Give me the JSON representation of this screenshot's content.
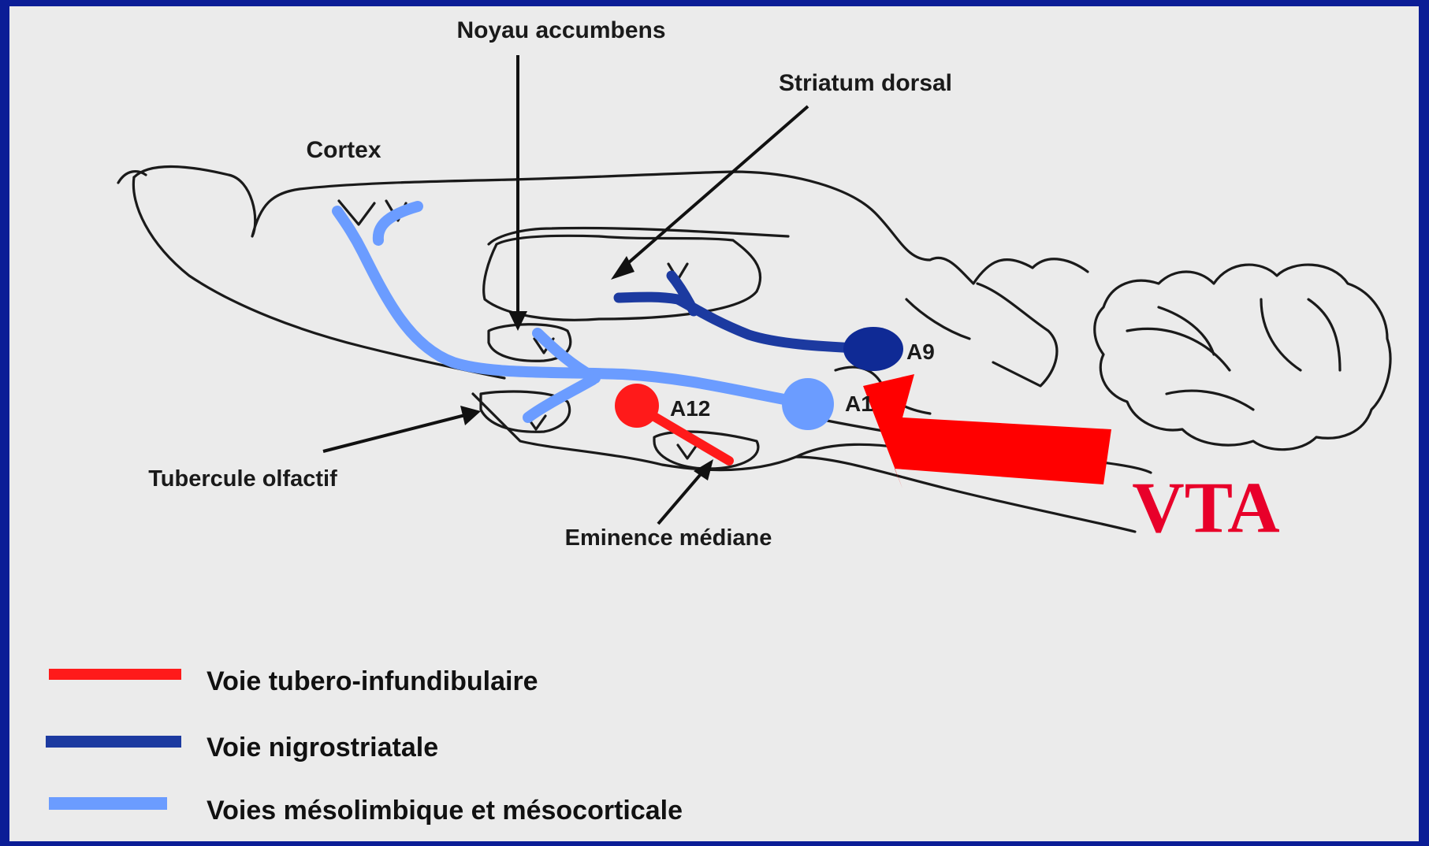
{
  "labels": {
    "noyau_accumbens": "Noyau accumbens",
    "striatum_dorsal": "Striatum dorsal",
    "cortex": "Cortex",
    "tubercule_olfactif": "Tubercule olfactif",
    "eminence_mediane": "Eminence médiane",
    "a9": "A9",
    "a10": "A1",
    "a12": "A12",
    "vta": "VTA"
  },
  "legend": [
    {
      "label": "Voie tubero-infundibulaire",
      "color": "#ff1a1a"
    },
    {
      "label": "Voie nigrostriatale",
      "color": "#1c3aa0"
    },
    {
      "label": "Voies mésolimbique et mésocorticale",
      "color": "#6b9cff"
    }
  ],
  "colors": {
    "frame": "#0b1d96",
    "paper": "#ebebeb",
    "tubero_infundibular": "#ff1a1a",
    "nigrostriatal": "#1c3aa0",
    "mesolimbic": "#6b9cff",
    "vta_arrow": "#ff0000"
  }
}
